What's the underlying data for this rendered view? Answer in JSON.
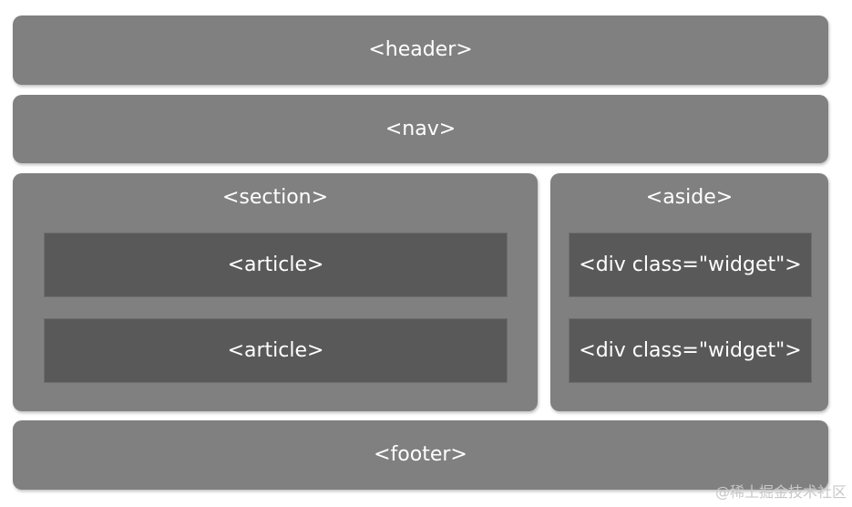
{
  "header": {
    "label": "<header>"
  },
  "nav": {
    "label": "<nav>"
  },
  "section": {
    "label": "<section>",
    "articles": [
      {
        "label": "<article>"
      },
      {
        "label": "<article>"
      }
    ]
  },
  "aside": {
    "label": "<aside>",
    "widgets": [
      {
        "label": "<div class=\"widget\">"
      },
      {
        "label": "<div class=\"widget\">"
      }
    ]
  },
  "footer": {
    "label": "<footer>"
  },
  "watermark": {
    "text": "@稀土掘金技术社区"
  }
}
